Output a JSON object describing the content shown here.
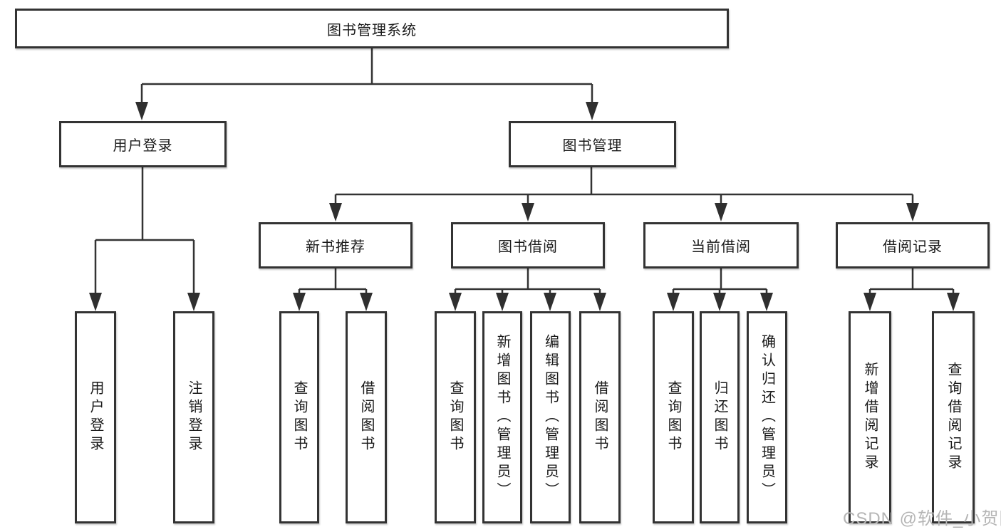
{
  "tree": {
    "root_label": "图书管理系统",
    "login": {
      "label": "用户登录",
      "children": [
        "用户登录",
        "注销登录"
      ]
    },
    "mgmt": {
      "label": "图书管理",
      "groups": [
        {
          "label": "新书推荐",
          "children": [
            "查询图书",
            "借阅图书"
          ]
        },
        {
          "label": "图书借阅",
          "children": [
            "查询图书",
            "新增图书（管理员）",
            "编辑图书（管理员）",
            "借阅图书"
          ]
        },
        {
          "label": "当前借阅",
          "children": [
            "查询图书",
            "归还图书",
            "确认归还（管理员）"
          ]
        },
        {
          "label": "借阅记录",
          "children": [
            "新增借阅记录",
            "查询借阅记录"
          ]
        }
      ]
    }
  },
  "watermark": {
    "text": "CSDN @软件_小贺同学"
  },
  "colors": {
    "line": "#333333",
    "box_border": "#333333",
    "text": "#1a1a1a",
    "watermark": "#b5b5b5",
    "background": "#ffffff"
  }
}
